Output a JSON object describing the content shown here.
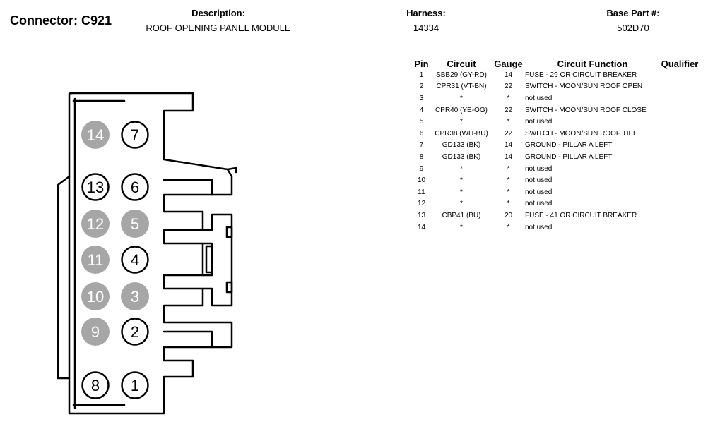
{
  "header": {
    "connector_label": "Connector: C921",
    "description_label": "Description:",
    "description_value": "ROOF OPENING PANEL MODULE",
    "harness_label": "Harness:",
    "harness_value": "14334",
    "base_part_label": "Base Part #:",
    "base_part_value": "502D70"
  },
  "table": {
    "columns": [
      "Pin",
      "Circuit",
      "Gauge",
      "Circuit Function",
      "Qualifier"
    ],
    "rows": [
      {
        "pin": "1",
        "circuit": "SBB29 (GY-RD)",
        "gauge": "14",
        "function": "FUSE - 29 OR CIRCUIT BREAKER",
        "qualifier": ""
      },
      {
        "pin": "2",
        "circuit": "CPR31 (VT-BN)",
        "gauge": "22",
        "function": "SWITCH - MOON/SUN ROOF OPEN",
        "qualifier": ""
      },
      {
        "pin": "3",
        "circuit": "*",
        "gauge": "*",
        "function": "not used",
        "qualifier": ""
      },
      {
        "pin": "4",
        "circuit": "CPR40 (YE-OG)",
        "gauge": "22",
        "function": "SWITCH - MOON/SUN ROOF CLOSE",
        "qualifier": ""
      },
      {
        "pin": "5",
        "circuit": "*",
        "gauge": "*",
        "function": "not used",
        "qualifier": ""
      },
      {
        "pin": "6",
        "circuit": "CPR38 (WH-BU)",
        "gauge": "22",
        "function": "SWITCH - MOON/SUN ROOF TILT",
        "qualifier": ""
      },
      {
        "pin": "7",
        "circuit": "GD133 (BK)",
        "gauge": "14",
        "function": "GROUND - PILLAR A LEFT",
        "qualifier": ""
      },
      {
        "pin": "8",
        "circuit": "GD133 (BK)",
        "gauge": "14",
        "function": "GROUND - PILLAR A LEFT",
        "qualifier": ""
      },
      {
        "pin": "9",
        "circuit": "*",
        "gauge": "*",
        "function": "not used",
        "qualifier": ""
      },
      {
        "pin": "10",
        "circuit": "*",
        "gauge": "*",
        "function": "not used",
        "qualifier": ""
      },
      {
        "pin": "11",
        "circuit": "*",
        "gauge": "*",
        "function": "not used",
        "qualifier": ""
      },
      {
        "pin": "12",
        "circuit": "*",
        "gauge": "*",
        "function": "not used",
        "qualifier": ""
      },
      {
        "pin": "13",
        "circuit": "CBP41 (BU)",
        "gauge": "20",
        "function": "FUSE - 41 OR CIRCUIT BREAKER",
        "qualifier": ""
      },
      {
        "pin": "14",
        "circuit": "*",
        "gauge": "*",
        "function": "not used",
        "qualifier": ""
      }
    ]
  },
  "connector": {
    "pins": [
      {
        "number": "14",
        "used": false
      },
      {
        "number": "7",
        "used": true
      },
      {
        "number": "13",
        "used": true
      },
      {
        "number": "6",
        "used": true
      },
      {
        "number": "12",
        "used": false
      },
      {
        "number": "5",
        "used": false
      },
      {
        "number": "11",
        "used": false
      },
      {
        "number": "4",
        "used": true
      },
      {
        "number": "10",
        "used": false
      },
      {
        "number": "3",
        "used": false
      },
      {
        "number": "9",
        "used": false
      },
      {
        "number": "2",
        "used": true
      },
      {
        "number": "8",
        "used": true
      },
      {
        "number": "1",
        "used": true
      }
    ],
    "colors": {
      "used_fill": "#ffffff",
      "used_stroke": "#000000",
      "used_text": "#000000",
      "unused_fill": "#a6a6a6",
      "unused_text": "#ffffff",
      "outline": "#000000"
    }
  }
}
